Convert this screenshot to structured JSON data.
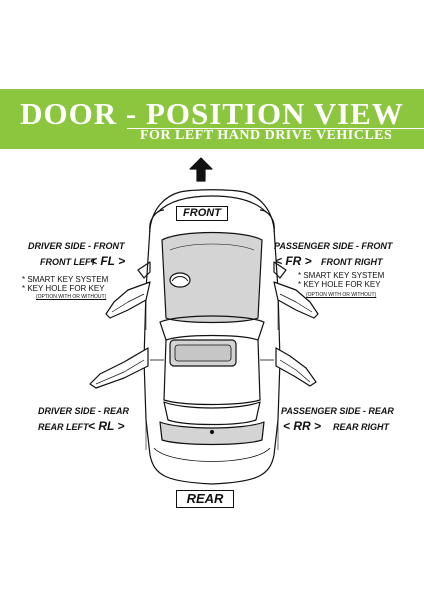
{
  "header": {
    "title": "DOOR - POSITION VIEW",
    "subtitle": "FOR LEFT HAND DRIVE VEHICLES"
  },
  "labels": {
    "front": "FRONT",
    "rear": "REAR",
    "driver_front_heading": "DRIVER SIDE - FRONT",
    "driver_front_name": "FRONT LEFT",
    "driver_front_code": "< FL >",
    "passenger_front_heading": "PASSENGER SIDE - FRONT",
    "passenger_front_code": "< FR >",
    "passenger_front_name": "FRONT RIGHT",
    "driver_rear_heading": "DRIVER SIDE - REAR",
    "driver_rear_name": "REAR LEFT",
    "driver_rear_code": "< RL >",
    "passenger_rear_heading": "PASSENGER SIDE - REAR",
    "passenger_rear_code": "< RR >",
    "passenger_rear_name": "REAR RIGHT"
  },
  "notes": {
    "left": {
      "smart_key": "* SMART KEY SYSTEM",
      "key_hole": "* KEY HOLE FOR KEY",
      "option": "(OPTION WITH OR WITHOUT)"
    },
    "right": {
      "smart_key": "* SMART KEY SYSTEM",
      "key_hole": "* KEY HOLE FOR KEY",
      "option": "(OPTION WITH OR WITHOUT)"
    }
  },
  "colors": {
    "banner": "#8cc63f",
    "highlight": "#d4d4d4",
    "line": "#111111"
  },
  "icons": [
    "up-arrow-icon",
    "car-logo-icon"
  ]
}
